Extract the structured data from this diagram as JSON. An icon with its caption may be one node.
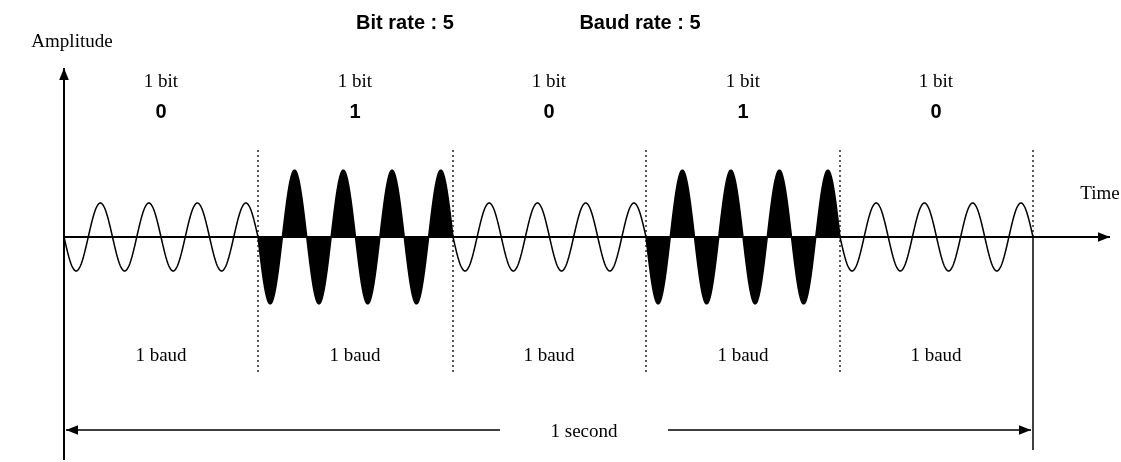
{
  "diagram": {
    "labels": [
      "Bit rate : 5",
      "Baud rate : 5",
      "Amplitude",
      "1 bit",
      "1 bit",
      "1 bit",
      "1 bit",
      "1 bit",
      "0",
      "1",
      "0",
      "1",
      "0",
      "Time",
      "1 baud",
      "1 baud",
      "1 baud",
      "1 baud",
      "1 baud",
      "1 second"
    ]
  }
}
